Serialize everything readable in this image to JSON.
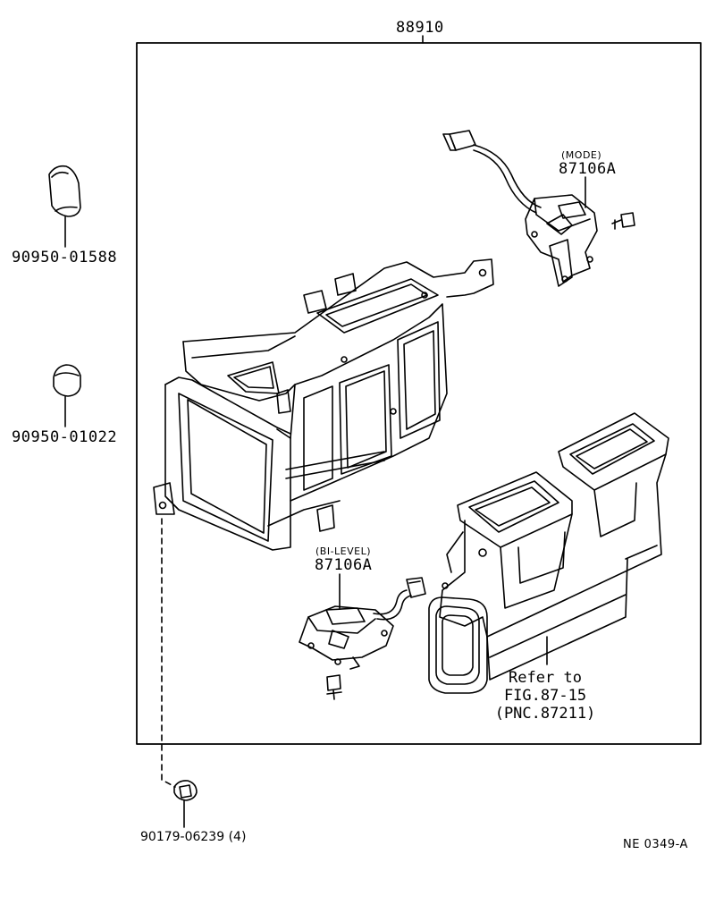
{
  "labels": {
    "assembly": "88910",
    "plug_large": "90950-01588",
    "plug_small": "90950-01022",
    "mode_tag": "(MODE)",
    "mode_part": "87106A",
    "bilevel_tag": "(BI-LEVEL)",
    "bilevel_part": "87106A",
    "refer_line1": "Refer to",
    "refer_line2": "FIG.87-15",
    "refer_line3": "(PNC.87211)",
    "screw": "90179-06239 (4)",
    "figure_code": "NE  0349-A"
  },
  "icons": [
    "plug-icon",
    "servo-motor-icon",
    "screw-icon",
    "connector-icon",
    "heater-case-icon",
    "duct-icon"
  ]
}
